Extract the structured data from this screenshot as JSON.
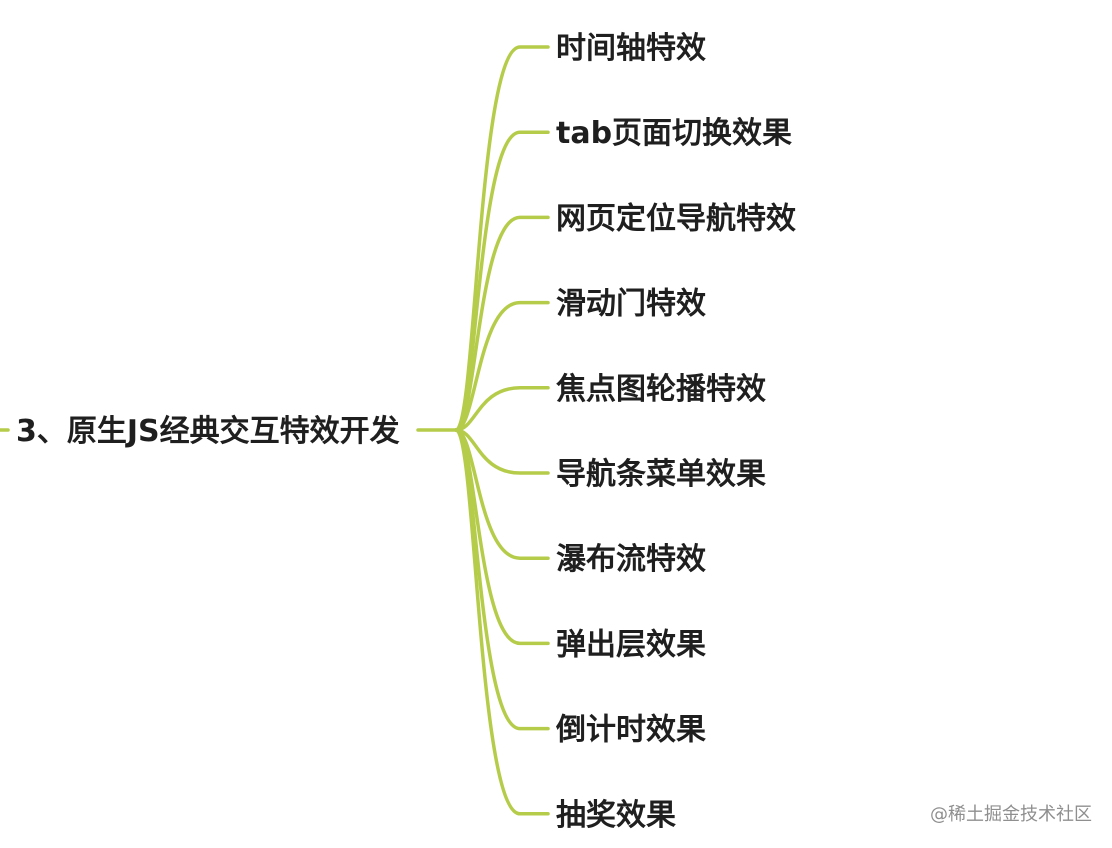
{
  "root": {
    "label": "3、原生JS经典交互特效开发"
  },
  "branch_color": "#b5cc4a",
  "children": [
    {
      "label": "时间轴特效"
    },
    {
      "label": "tab页面切换效果"
    },
    {
      "label": "网页定位导航特效"
    },
    {
      "label": "滑动门特效"
    },
    {
      "label": "焦点图轮播特效"
    },
    {
      "label": "导航条菜单效果"
    },
    {
      "label": "瀑布流特效"
    },
    {
      "label": "弹出层效果"
    },
    {
      "label": "倒计时效果"
    },
    {
      "label": "抽奖效果"
    }
  ],
  "watermark": {
    "text": "@稀土掘金技术社区"
  }
}
